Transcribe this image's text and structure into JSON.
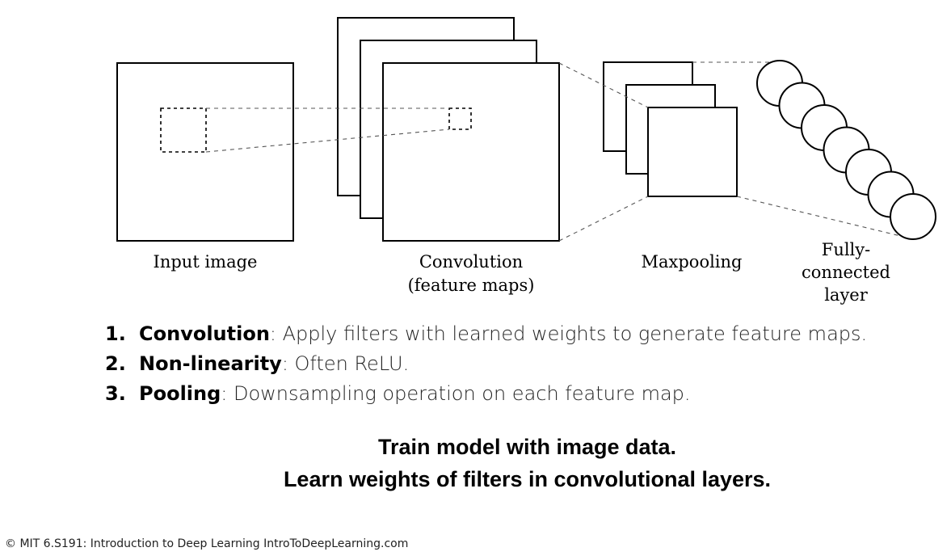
{
  "diagram": {
    "labels": {
      "input": "Input image",
      "convolution": [
        "Convolution",
        "(feature maps)"
      ],
      "maxpooling": "Maxpooling",
      "fully_connected": [
        "Fully-",
        "connected",
        "layer"
      ]
    }
  },
  "steps": [
    {
      "number": "1.",
      "term": "Convolution",
      "description": ": Apply filters with learned weights to generate feature maps."
    },
    {
      "number": "2.",
      "term": "Non-linearity",
      "description": ": Often ReLU."
    },
    {
      "number": "3.",
      "term": "Pooling",
      "description": ": Downsampling operation on each feature map."
    }
  ],
  "summary": [
    "Train model with image data.",
    "Learn weights of filters in convolutional layers."
  ],
  "footer": "© MIT 6.S191: Introduction to Deep Learning IntroToDeepLearning.com"
}
